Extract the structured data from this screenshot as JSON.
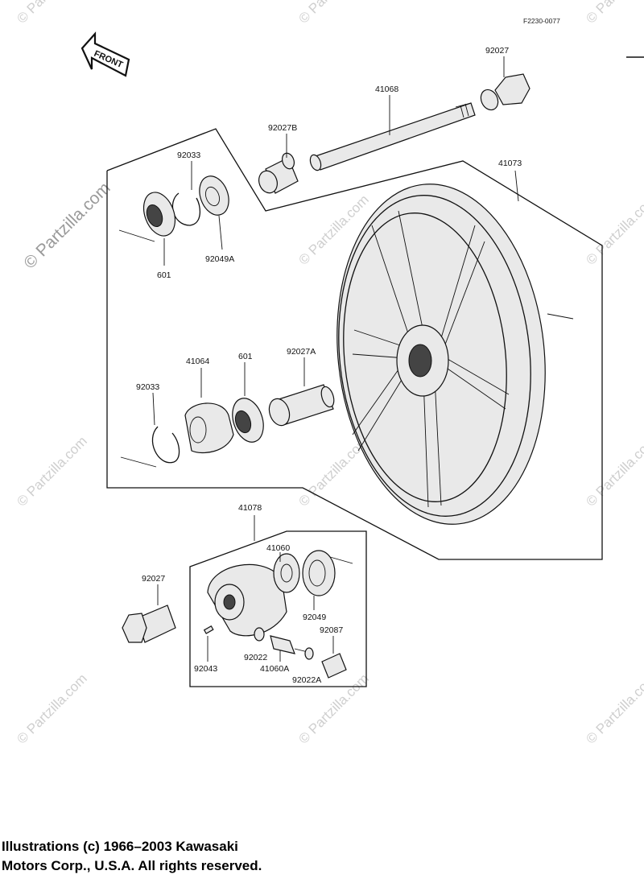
{
  "diagram_code": "F2230-0077",
  "front_arrow_label": "FRONT",
  "watermark_main": "© Partzilla.com",
  "watermark_tile": "© Partzilla.com",
  "parts": {
    "p92027_axle_nut": "92027",
    "p41068_axle": "41068",
    "p92027B_collar": "92027B",
    "p41073_wheel": "41073",
    "p92033_circlip_top": "92033",
    "p601_bearing_top": "601",
    "p92049A_seal": "92049A",
    "p41064_cover": "41064",
    "p601_bearing_mid": "601",
    "p92027A_collar": "92027A",
    "p92033_circlip_mid": "92033",
    "p41078_gear_housing": "41078",
    "p41060_gear": "41060",
    "p92027_collar_bottom": "92027",
    "p92049_seal": "92049",
    "p92087_bushing": "92087",
    "p92043_pin": "92043",
    "p92022_washer": "92022",
    "p41060A_pinion": "41060A",
    "p92022A_washer": "92022A"
  },
  "copyright": {
    "line1": "Illustrations (c) 1966–2003 Kawasaki",
    "line2": "Motors Corp., U.S.A.  All rights reserved."
  }
}
